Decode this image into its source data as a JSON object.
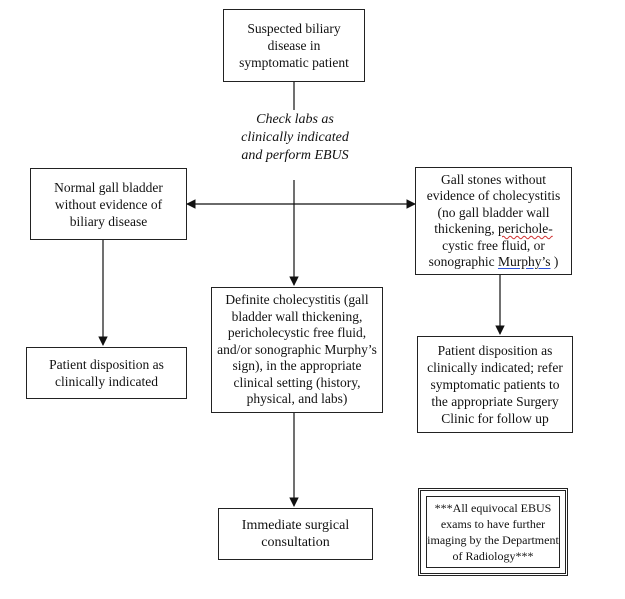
{
  "start_box": {
    "lines": [
      "Suspected biliary",
      "disease in",
      "symptomatic patient"
    ]
  },
  "check_labs": {
    "lines": [
      "Check labs as",
      "clinically indicated",
      "and perform EBUS"
    ]
  },
  "normal_box": {
    "lines": [
      "Normal gall bladder",
      "without evidence of",
      "biliary disease"
    ]
  },
  "gallstones_box": {
    "lines": [
      "Gall stones without",
      "evidence of cholecystitis",
      "(no gall bladder wall",
      "thickening, ",
      "perichole-",
      "cystic free fluid, or",
      "sonographic ",
      "Murphy’s",
      " )"
    ]
  },
  "definite_box": {
    "lines": [
      "Definite cholecystitis (gall",
      "bladder wall thickening,",
      "pericholecystic free fluid,",
      "and/or sonographic Murphy’s",
      "sign), in the appropriate",
      "clinical setting (history,",
      "physical, and labs)"
    ]
  },
  "disposition_left_box": {
    "lines": [
      "Patient disposition as",
      "clinically indicated"
    ]
  },
  "disposition_right_box": {
    "lines": [
      "Patient disposition as",
      "clinically indicated; refer",
      "symptomatic patients to",
      "the appropriate Surgery",
      "Clinic for follow up"
    ]
  },
  "surgical_box": {
    "lines": [
      "Immediate surgical",
      "consultation"
    ]
  },
  "note_box": {
    "lines": [
      "***All  equivocal  EBUS",
      "exams  to have further",
      "imaging  by the Department",
      "of Radiology***"
    ]
  }
}
